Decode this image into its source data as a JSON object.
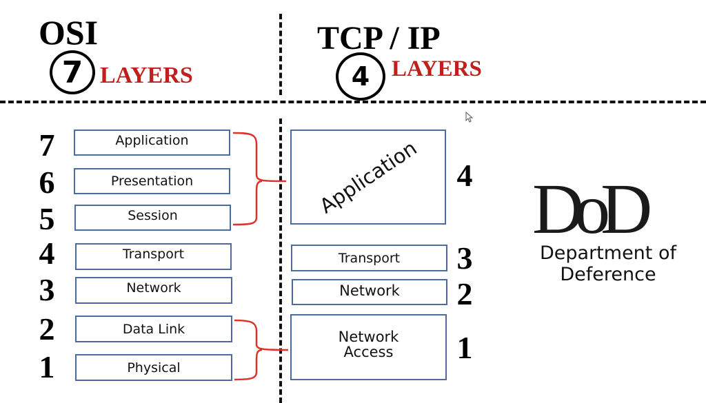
{
  "osi": {
    "title": "OSI",
    "count": "7",
    "count_label": "LAYERS",
    "layers": [
      {
        "number": "7",
        "name": "Application"
      },
      {
        "number": "6",
        "name": "Presentation"
      },
      {
        "number": "5",
        "name": "Session"
      },
      {
        "number": "4",
        "name": "Transport"
      },
      {
        "number": "3",
        "name": "Network"
      },
      {
        "number": "2",
        "name": "Data Link"
      },
      {
        "number": "1",
        "name": "Physical"
      }
    ]
  },
  "tcpip": {
    "title": "TCP / IP",
    "count": "4",
    "count_label": "LAYERS",
    "layers": [
      {
        "number": "4",
        "name": "Application"
      },
      {
        "number": "3",
        "name": "Transport"
      },
      {
        "number": "2",
        "name": "Network"
      },
      {
        "number": "1",
        "name": "Network Access"
      }
    ]
  },
  "mappings": [
    {
      "from": [
        "Application",
        "Presentation",
        "Session"
      ],
      "to": "Application"
    },
    {
      "from": [
        "Data Link",
        "Physical"
      ],
      "to": "Network Access"
    }
  ],
  "dod": {
    "logo_text": "DoD",
    "caption_line1": "Department of",
    "caption_line2": "Deference"
  },
  "colors": {
    "accent_red": "#c0201b",
    "box_border": "#4a6aa0",
    "bracket": "#e0302a"
  }
}
